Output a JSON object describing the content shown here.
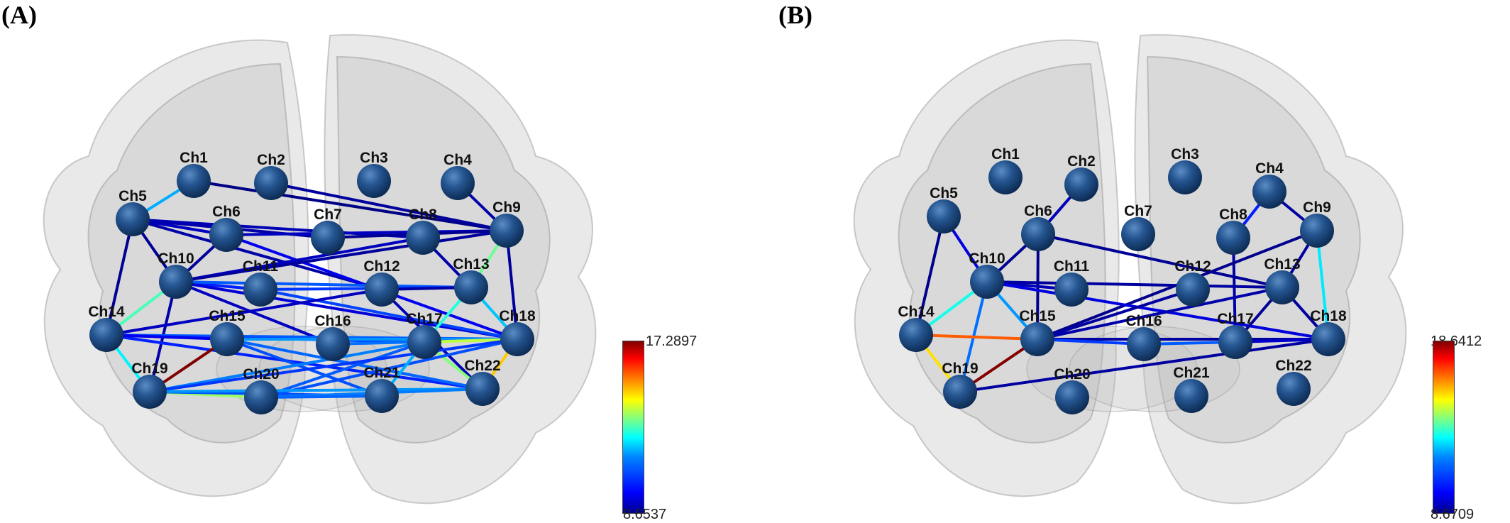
{
  "panels": [
    {
      "label": "(A)",
      "colorbar": {
        "max": "17.2897",
        "min": "8.6537"
      },
      "nodes": [
        "Ch1",
        "Ch2",
        "Ch3",
        "Ch4",
        "Ch5",
        "Ch6",
        "Ch7",
        "Ch8",
        "Ch9",
        "Ch10",
        "Ch11",
        "Ch12",
        "Ch13",
        "Ch14",
        "Ch15",
        "Ch16",
        "Ch17",
        "Ch18",
        "Ch19",
        "Ch20",
        "Ch21",
        "Ch22"
      ],
      "edges": [
        [
          "Ch1",
          "Ch5",
          11.2
        ],
        [
          "Ch1",
          "Ch9",
          8.7
        ],
        [
          "Ch2",
          "Ch9",
          8.9
        ],
        [
          "Ch4",
          "Ch9",
          9.0
        ],
        [
          "Ch5",
          "Ch6",
          9.2
        ],
        [
          "Ch5",
          "Ch7",
          9.0
        ],
        [
          "Ch5",
          "Ch8",
          9.1
        ],
        [
          "Ch5",
          "Ch10",
          8.8
        ],
        [
          "Ch5",
          "Ch12",
          9.0
        ],
        [
          "Ch5",
          "Ch14",
          8.8
        ],
        [
          "Ch6",
          "Ch9",
          9.2
        ],
        [
          "Ch6",
          "Ch10",
          8.9
        ],
        [
          "Ch6",
          "Ch18",
          9.6
        ],
        [
          "Ch8",
          "Ch13",
          9.0
        ],
        [
          "Ch8",
          "Ch10",
          9.2
        ],
        [
          "Ch9",
          "Ch10",
          8.9
        ],
        [
          "Ch9",
          "Ch13",
          12.8
        ],
        [
          "Ch9",
          "Ch18",
          8.9
        ],
        [
          "Ch9",
          "Ch7",
          8.8
        ],
        [
          "Ch10",
          "Ch14",
          12.5
        ],
        [
          "Ch10",
          "Ch19",
          9.0
        ],
        [
          "Ch10",
          "Ch11",
          10.0
        ],
        [
          "Ch10",
          "Ch13",
          10.5
        ],
        [
          "Ch10",
          "Ch18",
          9.4
        ],
        [
          "Ch10",
          "Ch16",
          9.2
        ],
        [
          "Ch11",
          "Ch13",
          10.2
        ],
        [
          "Ch11",
          "Ch18",
          10.3
        ],
        [
          "Ch12",
          "Ch13",
          9.0
        ],
        [
          "Ch12",
          "Ch14",
          9.2
        ],
        [
          "Ch12",
          "Ch22",
          9.1
        ],
        [
          "Ch13",
          "Ch18",
          11.4
        ],
        [
          "Ch13",
          "Ch17",
          12.2
        ],
        [
          "Ch14",
          "Ch18",
          10.5
        ],
        [
          "Ch14",
          "Ch17",
          10.3
        ],
        [
          "Ch14",
          "Ch22",
          10.0
        ],
        [
          "Ch14",
          "Ch19",
          11.8
        ],
        [
          "Ch14",
          "Ch15",
          9.6
        ],
        [
          "Ch15",
          "Ch19",
          17.3
        ],
        [
          "Ch15",
          "Ch18",
          11.0
        ],
        [
          "Ch15",
          "Ch22",
          10.6
        ],
        [
          "Ch15",
          "Ch21",
          10.4
        ],
        [
          "Ch16",
          "Ch18",
          10.7
        ],
        [
          "Ch17",
          "Ch19",
          10.8
        ],
        [
          "Ch17",
          "Ch20",
          10.5
        ],
        [
          "Ch17",
          "Ch22",
          13.0
        ],
        [
          "Ch17",
          "Ch18",
          13.5
        ],
        [
          "Ch18",
          "Ch20",
          10.4
        ],
        [
          "Ch18",
          "Ch22",
          14.5
        ],
        [
          "Ch18",
          "Ch19",
          10.2
        ],
        [
          "Ch19",
          "Ch20",
          13.2
        ],
        [
          "Ch19",
          "Ch21",
          10.4
        ],
        [
          "Ch19",
          "Ch22",
          11.0
        ],
        [
          "Ch20",
          "Ch22",
          10.8
        ],
        [
          "Ch20",
          "Ch21",
          10.6
        ],
        [
          "Ch21",
          "Ch17",
          11.2
        ]
      ]
    },
    {
      "label": "(B)",
      "colorbar": {
        "max": "18.6412",
        "min": "8.6709"
      },
      "nodes": [
        "Ch1",
        "Ch2",
        "Ch3",
        "Ch4",
        "Ch5",
        "Ch6",
        "Ch7",
        "Ch8",
        "Ch9",
        "Ch10",
        "Ch11",
        "Ch12",
        "Ch13",
        "Ch14",
        "Ch15",
        "Ch16",
        "Ch17",
        "Ch18",
        "Ch19",
        "Ch20",
        "Ch21",
        "Ch22"
      ],
      "edges": [
        [
          "Ch2",
          "Ch6",
          9.2
        ],
        [
          "Ch4",
          "Ch8",
          10.2
        ],
        [
          "Ch4",
          "Ch9",
          9.0
        ],
        [
          "Ch5",
          "Ch10",
          9.6
        ],
        [
          "Ch5",
          "Ch14",
          8.8
        ],
        [
          "Ch6",
          "Ch10",
          8.9
        ],
        [
          "Ch6",
          "Ch15",
          8.8
        ],
        [
          "Ch6",
          "Ch13",
          8.9
        ],
        [
          "Ch8",
          "Ch17",
          9.0
        ],
        [
          "Ch9",
          "Ch13",
          9.0
        ],
        [
          "Ch9",
          "Ch15",
          8.8
        ],
        [
          "Ch9",
          "Ch18",
          12.2
        ],
        [
          "Ch10",
          "Ch11",
          9.2
        ],
        [
          "Ch10",
          "Ch13",
          9.0
        ],
        [
          "Ch10",
          "Ch14",
          12.6
        ],
        [
          "Ch10",
          "Ch15",
          11.4
        ],
        [
          "Ch10",
          "Ch18",
          9.6
        ],
        [
          "Ch10",
          "Ch19",
          11.0
        ],
        [
          "Ch12",
          "Ch15",
          9.0
        ],
        [
          "Ch13",
          "Ch17",
          8.9
        ],
        [
          "Ch13",
          "Ch18",
          9.0
        ],
        [
          "Ch13",
          "Ch15",
          9.1
        ],
        [
          "Ch14",
          "Ch15",
          16.5
        ],
        [
          "Ch14",
          "Ch19",
          15.2
        ],
        [
          "Ch15",
          "Ch19",
          18.6
        ],
        [
          "Ch15",
          "Ch18",
          9.0
        ],
        [
          "Ch16",
          "Ch17",
          10.8
        ],
        [
          "Ch15",
          "Ch16",
          10.5
        ],
        [
          "Ch17",
          "Ch18",
          9.4
        ],
        [
          "Ch18",
          "Ch19",
          9.0
        ]
      ]
    }
  ]
}
